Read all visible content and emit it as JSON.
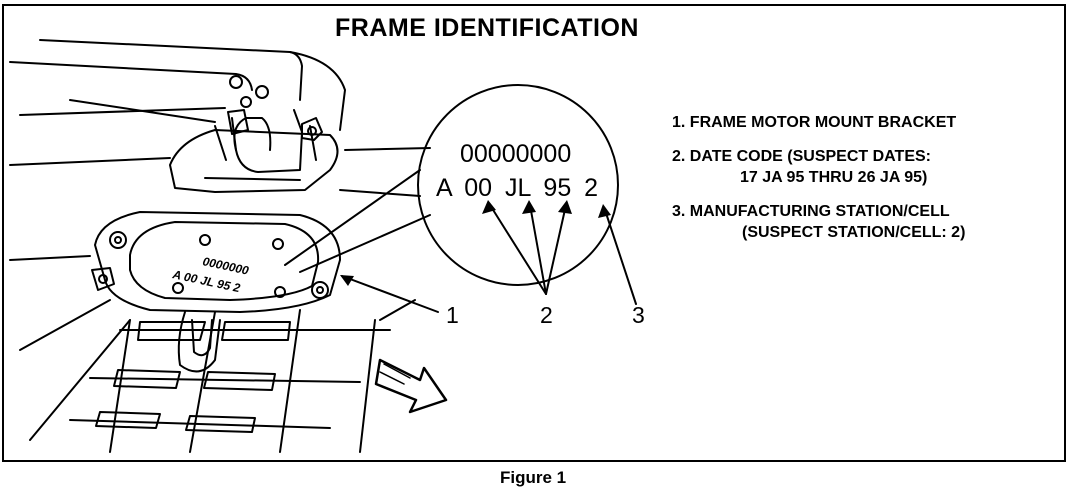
{
  "title": "FRAME IDENTIFICATION",
  "caption": "Figure 1",
  "code_display": {
    "serial": "00000000",
    "line": "A  00 JL 95  2"
  },
  "plate": {
    "serial": "0000000",
    "line": "A 00 JL 95 2"
  },
  "callouts": {
    "c1": "1",
    "c2": "2",
    "c3": "3"
  },
  "legend": {
    "item1": "1. FRAME MOTOR MOUNT BRACKET",
    "item2_a": "2. DATE CODE (SUSPECT DATES:",
    "item2_b": "17 JA 95 THRU 26 JA 95)",
    "item3_a": "3. MANUFACTURING STATION/CELL",
    "item3_b": "(SUSPECT STATION/CELL: 2)"
  }
}
